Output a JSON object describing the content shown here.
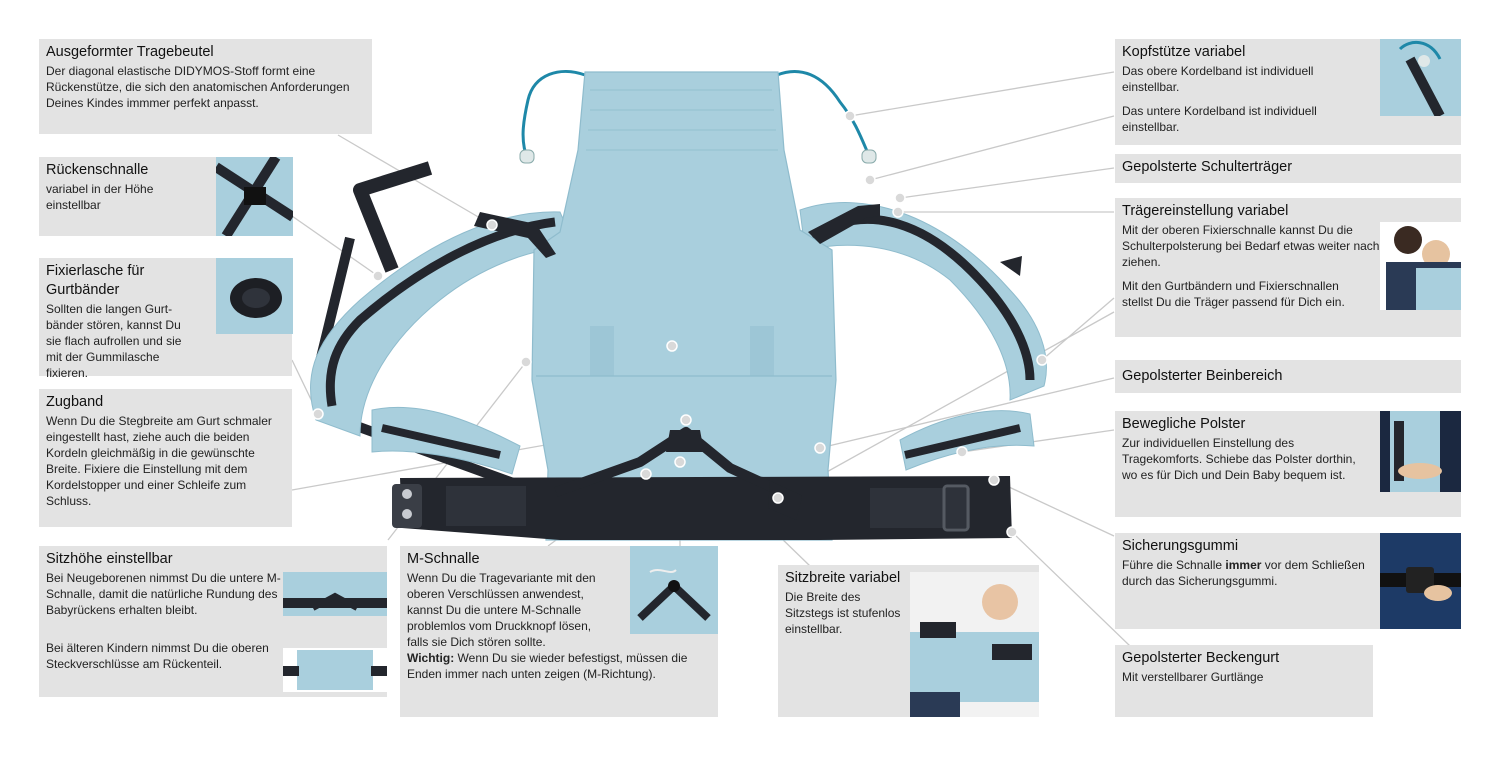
{
  "boxes": {
    "tragebeutel": {
      "title": "Ausgeformter Tragebeutel",
      "text": "Der diagonal elastische DIDYMOS-Stoff formt eine Rückenstütze, die sich den anatomischen Anforderungen Deines Kindes immmer perfekt anpasst."
    },
    "rueckenschnalle": {
      "title": "Rückenschnalle",
      "text": "variabel in der Höhe einstellbar"
    },
    "fixierlasche": {
      "title": "Fixierlasche für Gurtbänder",
      "text": "Sollten die langen Gurt-bänder stören, kannst Du sie flach aufrollen und sie mit der Gummilasche fixieren."
    },
    "zugband": {
      "title": "Zugband",
      "text": "Wenn Du die Stegbreite am Gurt schmaler eingestellt hast, ziehe auch die beiden Kordeln gleichmäßig in die gewünschte Breite. Fixiere die Einstellung mit dem Kordelstopper und einer Schleife zum Schluss."
    },
    "sitzhoehe": {
      "title": "Sitzhöhe einstellbar",
      "text1": "Bei Neugeborenen nimmst Du die untere M-Schnalle, damit die natürliche Rundung des Babyrückens erhalten bleibt.",
      "text2": "Bei älteren Kindern nimmst Du die oberen Steckverschlüsse am Rückenteil."
    },
    "mschnalle": {
      "title": "M-Schnalle",
      "text": "Wenn Du die Tragevariante mit den oberen Verschlüssen anwendest, kannst Du die untere M-Schnalle problemlos vom Druckknopf lösen, falls sie Dich stören sollte.",
      "note_label": "Wichtig:",
      "note_text": " Wenn Du sie wieder befestigst, müssen die Enden immer nach unten zeigen (M-Richtung)."
    },
    "sitzbreite": {
      "title": "Sitzbreite variabel",
      "text": "Die Breite des Sitzstegs ist stufenlos einstellbar."
    },
    "kopfstuetze": {
      "title": "Kopfstütze variabel",
      "text1": "Das obere Kordelband ist individuell einstellbar.",
      "text2": "Das untere Kordelband ist individuell einstellbar."
    },
    "schultertraeger": {
      "title": "Gepolsterte Schulterträger"
    },
    "traegereinstellung": {
      "title": "Trägereinstellung variabel",
      "text1": "Mit der oberen Fixierschnalle kannst Du die Schulterpolsterung bei Bedarf etwas weiter nach vorne ziehen.",
      "text2": "Mit den Gurtbändern und Fixierschnallen stellst Du die Träger passend für Dich ein."
    },
    "beinbereich": {
      "title": "Gepolsterter Beinbereich"
    },
    "polster": {
      "title": "Bewegliche Polster",
      "text": "Zur individuellen Einstellung des Tragekomforts. Schiebe das Polster dorthin, wo es für Dich und Dein Baby bequem ist."
    },
    "sicherungsgummi": {
      "title": "Sicherungsgummi",
      "text_pre": "Führe die Schnalle ",
      "text_bold": "immer",
      "text_post": " vor dem Schließen durch das Sicherungsgummi."
    },
    "beckengurt": {
      "title": "Gepolsterter Beckengurt",
      "text": "Mit verstellbarer Gurtlänge"
    }
  },
  "colors": {
    "fabric": "#a9cfdd",
    "fabric_dark": "#8fbccd",
    "strap": "#23262d",
    "cord": "#1e88a8",
    "box": "#e3e3e3",
    "leader": "#c9c9c9"
  }
}
